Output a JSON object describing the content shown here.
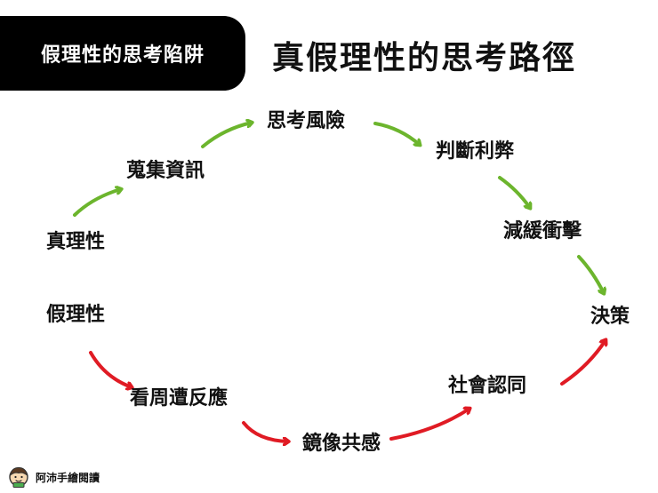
{
  "header": {
    "tag_label": "假理性的思考陷阱",
    "title": "真假理性的思考路徑"
  },
  "nodes": {
    "true_rational": "真理性",
    "collect_info": "蒐集資訊",
    "think_risk": "思考風險",
    "judge_pros_cons": "判斷利弊",
    "reduce_impact": "減緩衝擊",
    "decision": "決策",
    "false_rational": "假理性",
    "see_reactions": "看周遭反應",
    "mirror_empathy": "鏡像共感",
    "social_approval": "社會認同"
  },
  "footer": {
    "author": "阿沛手繪閱讀"
  },
  "colors": {
    "green_arrow": "#6cb52d",
    "red_arrow": "#e01b24",
    "tag_background": "#000000",
    "text": "#111111"
  }
}
